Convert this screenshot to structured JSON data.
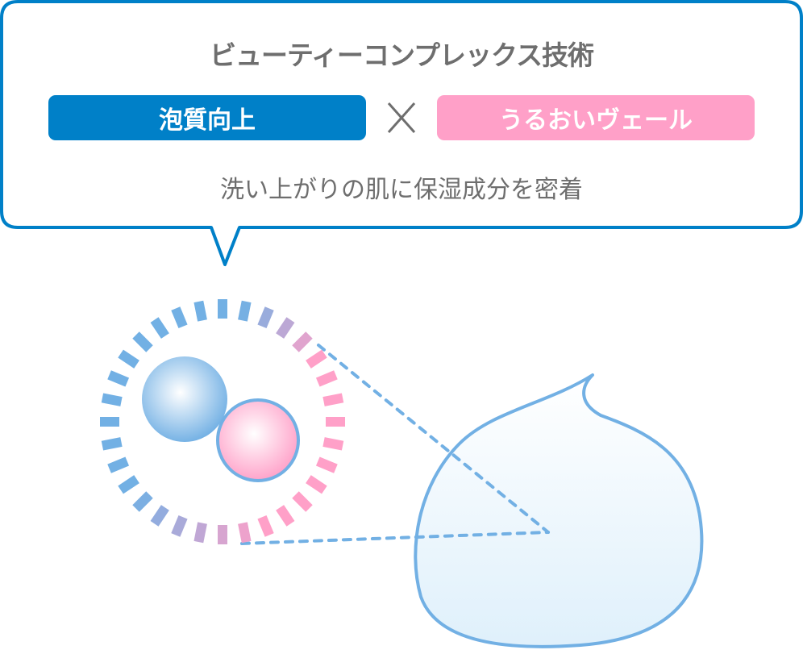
{
  "callout": {
    "title": "ビューティーコンプレックス技術",
    "left_badge": "泡質向上",
    "operator": "×",
    "right_badge": "うるおいヴェール",
    "subtitle": "洗い上がりの肌に保湿成分を密着"
  },
  "colors": {
    "border_blue": "#0080c8",
    "badge_blue": "#0080c8",
    "badge_pink": "#ffa0c8",
    "text_gray": "#6e6e6e",
    "light_blue": "#72b0e4",
    "pink": "#ff9ec8"
  }
}
